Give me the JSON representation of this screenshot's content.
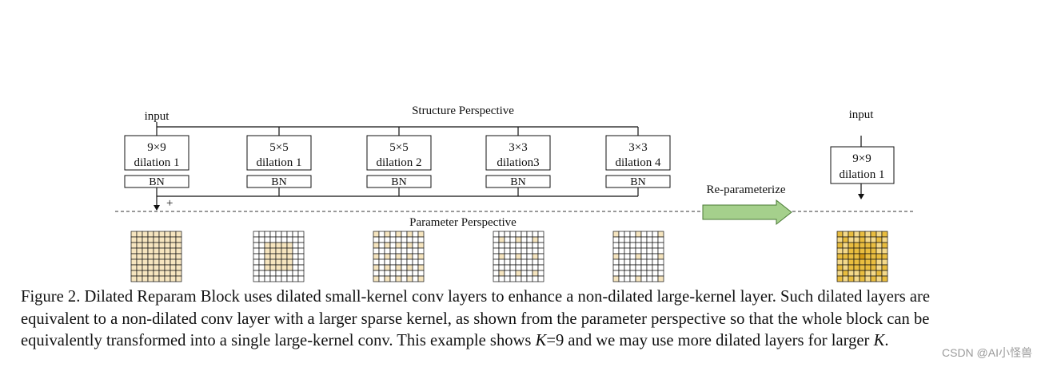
{
  "figure": {
    "structure_title": "Structure Perspective",
    "parameter_title": "Parameter Perspective",
    "input_label": "input",
    "plus_label": "+",
    "reparam_label": "Re-parameterize",
    "bn_label": "BN",
    "branches": [
      {
        "kernel": "9×9",
        "dilation": "dilation 1",
        "k": 9,
        "d": 1
      },
      {
        "kernel": "5×5",
        "dilation": "dilation 1",
        "k": 5,
        "d": 1
      },
      {
        "kernel": "5×5",
        "dilation": "dilation 2",
        "k": 5,
        "d": 2
      },
      {
        "kernel": "3×3",
        "dilation": "dilation3",
        "k": 3,
        "d": 3
      },
      {
        "kernel": "3×3",
        "dilation": "dilation 4",
        "k": 3,
        "d": 4
      }
    ],
    "merged": {
      "kernel": "9×9",
      "dilation": "dilation 1"
    },
    "colors": {
      "cell_fill": "#f6e5bf",
      "merged_light": "#f4d98a",
      "merged_mid": "#e9bd3f",
      "merged_dark": "#d49a14",
      "arrow_fill": "#a5d08c",
      "arrow_stroke": "#4a7a35"
    }
  },
  "caption": {
    "line1": "Figure 2. Dilated Reparam Block uses dilated small-kernel conv layers to enhance a non-dilated large-kernel layer. Such dilated layers are",
    "line2": "equivalent to a non-dilated conv layer with a larger sparse kernel, as shown from the parameter perspective so that the whole block can be",
    "line3_a": "equivalently transformed into a single large-kernel conv. This example shows ",
    "line3_k": "K",
    "line3_b": "=9 and we may use more dilated layers for larger ",
    "line3_k2": "K",
    "line3_c": "."
  },
  "watermark": "CSDN @AI小怪兽"
}
